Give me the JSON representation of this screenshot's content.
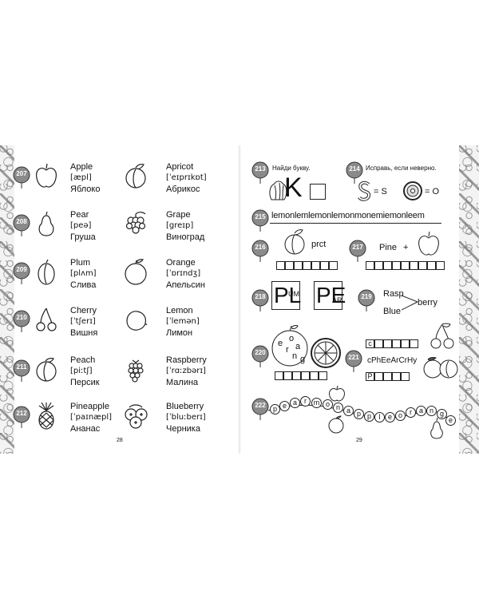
{
  "left_page": {
    "page_number": "28",
    "words": [
      {
        "num": "207",
        "en": "Apple",
        "tr": "[æpl]",
        "ru": "Яблоко",
        "icon": "apple-icon"
      },
      {
        "num": "",
        "en": "Apricot",
        "tr": "[ˈeɪprɪkɒt]",
        "ru": "Абрикос",
        "icon": "apricot-icon"
      },
      {
        "num": "208",
        "en": "Pear",
        "tr": "[peə]",
        "ru": "Груша",
        "icon": "pear-icon"
      },
      {
        "num": "",
        "en": "Grape",
        "tr": "[greɪp]",
        "ru": "Виноград",
        "icon": "grape-icon"
      },
      {
        "num": "209",
        "en": "Plum",
        "tr": "[plʌm]",
        "ru": "Слива",
        "icon": "plum-icon"
      },
      {
        "num": "",
        "en": "Orange",
        "tr": "[ˈɒrɪndʒ]",
        "ru": "Апельсин",
        "icon": "orange-icon"
      },
      {
        "num": "210",
        "en": "Cherry",
        "tr": "[ˈtʃerɪ]",
        "ru": "Вишня",
        "icon": "cherry-icon"
      },
      {
        "num": "",
        "en": "Lemon",
        "tr": "[ˈlemən]",
        "ru": "Лимон",
        "icon": "lemon-icon"
      },
      {
        "num": "211",
        "en": "Peach",
        "tr": "[piːtʃ]",
        "ru": "Персик",
        "icon": "peach-icon"
      },
      {
        "num": "",
        "en": "Raspberry",
        "tr": "[ˈrɑːzbərɪ]",
        "ru": "Малина",
        "icon": "raspberry-icon"
      },
      {
        "num": "212",
        "en": "Pineapple",
        "tr": "[ˈpaɪnæpl]",
        "ru": "Ананас",
        "icon": "pineapple-icon"
      },
      {
        "num": "",
        "en": "Blueberry",
        "tr": "[ˈbluːberɪ]",
        "ru": "Черника",
        "icon": "blueberry-icon"
      }
    ]
  },
  "right_page": {
    "page_number": "29",
    "ex213": {
      "num": "213",
      "instruction": "Найди букву.",
      "letter": "K"
    },
    "ex214": {
      "num": "214",
      "instruction": "Исправь, если неверно.",
      "eq1": "= S",
      "eq2": "= O"
    },
    "ex215": {
      "num": "215",
      "text": "lemonlemlemonlemonmonemiemonleem"
    },
    "ex216": {
      "num": "216",
      "text": "prct"
    },
    "ex217": {
      "num": "217",
      "text": "Pine",
      "plus": "+"
    },
    "ex218": {
      "num": "218",
      "card1_big": "PL",
      "card1_small": "UM",
      "card2_big": "PE",
      "card2_small": "AR"
    },
    "ex219": {
      "num": "219",
      "word1": "Rasp",
      "word2": "Blue",
      "suffix": "berry"
    },
    "ex220": {
      "num": "220",
      "scramble": [
        "e",
        "o",
        "r",
        "a",
        "n",
        "g"
      ]
    },
    "ex221": {
      "num": "221",
      "first_letter": "c",
      "text": "cPhEeArCrHy",
      "last_letter": "P"
    },
    "ex222": {
      "num": "222",
      "beads": [
        "p",
        "e",
        "a",
        "r",
        "m",
        "o",
        "n",
        "a",
        "p",
        "p",
        "l",
        "e",
        "o",
        "r",
        "a",
        "n",
        "g",
        "e"
      ]
    }
  }
}
